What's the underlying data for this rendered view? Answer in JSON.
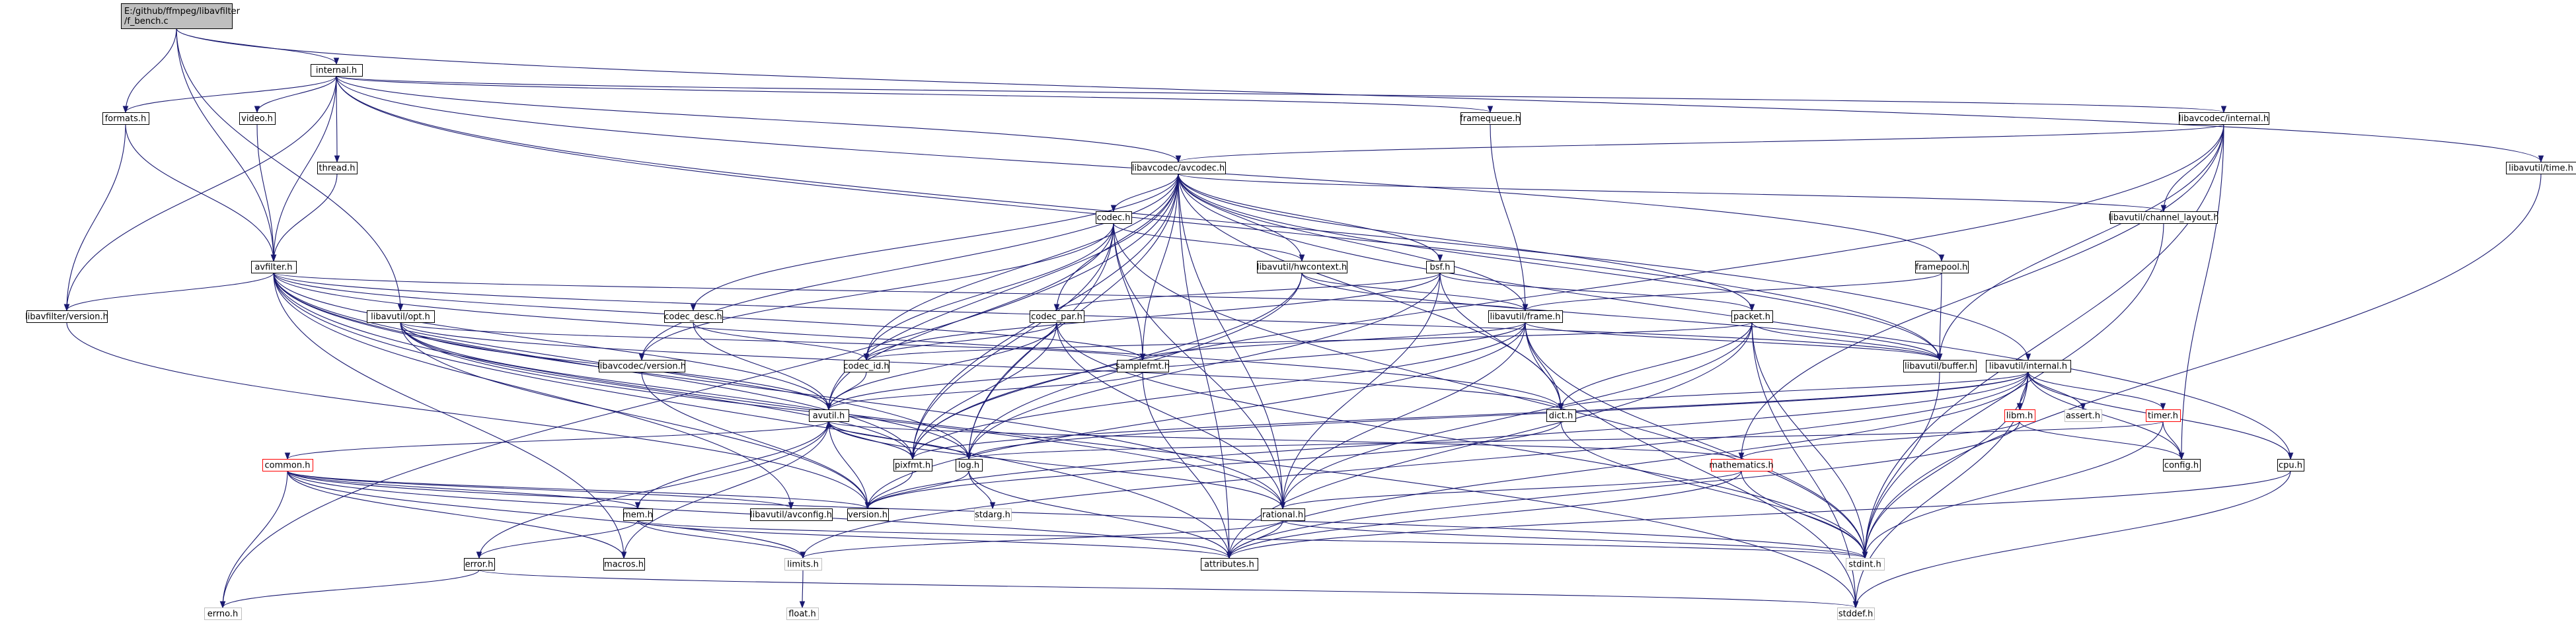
{
  "title": "E:/github/ffmpeg/libavfilter/f_bench.c",
  "colors": {
    "edge": "#191970",
    "node_fill": "#ffffff",
    "root_fill": "#bfbfbf",
    "node_border": "#000000",
    "incomplete_border": "#ff0000",
    "system_border": "#bfbfbf"
  },
  "nodes": [
    {
      "id": "root",
      "lines": [
        "E:/github/ffmpeg/libavfilter",
        "/f_bench.c"
      ],
      "kind": "root"
    },
    {
      "id": "internal_h",
      "lines": [
        "internal.h"
      ],
      "kind": "normal"
    },
    {
      "id": "formats_h",
      "lines": [
        "formats.h"
      ],
      "kind": "normal"
    },
    {
      "id": "video_h",
      "lines": [
        "video.h"
      ],
      "kind": "normal"
    },
    {
      "id": "thread_h",
      "lines": [
        "thread.h"
      ],
      "kind": "normal"
    },
    {
      "id": "framequeue_h",
      "lines": [
        "framequeue.h"
      ],
      "kind": "normal"
    },
    {
      "id": "lavc_internal_h",
      "lines": [
        "libavcodec/internal.h"
      ],
      "kind": "normal"
    },
    {
      "id": "lavu_time_h",
      "lines": [
        "libavutil/time.h"
      ],
      "kind": "normal"
    },
    {
      "id": "lavc_avcodec_h",
      "lines": [
        "libavcodec/avcodec.h"
      ],
      "kind": "normal"
    },
    {
      "id": "codec_h",
      "lines": [
        "codec.h"
      ],
      "kind": "normal"
    },
    {
      "id": "lavu_channel_layout_h",
      "lines": [
        "libavutil/channel_layout.h"
      ],
      "kind": "normal"
    },
    {
      "id": "avfilter_h",
      "lines": [
        "avfilter.h"
      ],
      "kind": "normal"
    },
    {
      "id": "lavu_hwcontext_h",
      "lines": [
        "libavutil/hwcontext.h"
      ],
      "kind": "normal"
    },
    {
      "id": "bsf_h",
      "lines": [
        "bsf.h"
      ],
      "kind": "normal"
    },
    {
      "id": "framepool_h",
      "lines": [
        "framepool.h"
      ],
      "kind": "normal"
    },
    {
      "id": "lavfilter_version_h",
      "lines": [
        "libavfilter/version.h"
      ],
      "kind": "normal"
    },
    {
      "id": "lavu_opt_h",
      "lines": [
        "libavutil/opt.h"
      ],
      "kind": "normal"
    },
    {
      "id": "codec_desc_h",
      "lines": [
        "codec_desc.h"
      ],
      "kind": "normal"
    },
    {
      "id": "codec_par_h",
      "lines": [
        "codec_par.h"
      ],
      "kind": "normal"
    },
    {
      "id": "lavu_frame_h",
      "lines": [
        "libavutil/frame.h"
      ],
      "kind": "normal"
    },
    {
      "id": "packet_h",
      "lines": [
        "packet.h"
      ],
      "kind": "normal"
    },
    {
      "id": "lavc_version_h",
      "lines": [
        "libavcodec/version.h"
      ],
      "kind": "normal"
    },
    {
      "id": "codec_id_h",
      "lines": [
        "codec_id.h"
      ],
      "kind": "normal"
    },
    {
      "id": "samplefmt_h",
      "lines": [
        "samplefmt.h"
      ],
      "kind": "normal"
    },
    {
      "id": "lavu_buffer_h",
      "lines": [
        "libavutil/buffer.h"
      ],
      "kind": "normal"
    },
    {
      "id": "lavu_internal_h",
      "lines": [
        "libavutil/internal.h"
      ],
      "kind": "normal"
    },
    {
      "id": "avutil_h",
      "lines": [
        "avutil.h"
      ],
      "kind": "normal"
    },
    {
      "id": "dict_h",
      "lines": [
        "dict.h"
      ],
      "kind": "normal"
    },
    {
      "id": "libm_h",
      "lines": [
        "libm.h"
      ],
      "kind": "red"
    },
    {
      "id": "assert_h",
      "lines": [
        "assert.h"
      ],
      "kind": "gray"
    },
    {
      "id": "timer_h",
      "lines": [
        "timer.h"
      ],
      "kind": "red"
    },
    {
      "id": "common_h",
      "lines": [
        "common.h"
      ],
      "kind": "red"
    },
    {
      "id": "pixfmt_h",
      "lines": [
        "pixfmt.h"
      ],
      "kind": "normal"
    },
    {
      "id": "log_h",
      "lines": [
        "log.h"
      ],
      "kind": "normal"
    },
    {
      "id": "mathematics_h",
      "lines": [
        "mathematics.h"
      ],
      "kind": "red"
    },
    {
      "id": "config_h",
      "lines": [
        "config.h"
      ],
      "kind": "normal"
    },
    {
      "id": "cpu_h",
      "lines": [
        "cpu.h"
      ],
      "kind": "normal"
    },
    {
      "id": "lavu_avconfig_h",
      "lines": [
        "libavutil/avconfig.h"
      ],
      "kind": "normal"
    },
    {
      "id": "version_h",
      "lines": [
        "version.h"
      ],
      "kind": "normal"
    },
    {
      "id": "rational_h",
      "lines": [
        "rational.h"
      ],
      "kind": "normal"
    },
    {
      "id": "mem_h",
      "lines": [
        "mem.h"
      ],
      "kind": "normal"
    },
    {
      "id": "stdarg_h",
      "lines": [
        "stdarg.h"
      ],
      "kind": "gray"
    },
    {
      "id": "error_h",
      "lines": [
        "error.h"
      ],
      "kind": "normal"
    },
    {
      "id": "macros_h",
      "lines": [
        "macros.h"
      ],
      "kind": "normal"
    },
    {
      "id": "limits_h",
      "lines": [
        "limits.h"
      ],
      "kind": "gray"
    },
    {
      "id": "attributes_h",
      "lines": [
        "attributes.h"
      ],
      "kind": "normal"
    },
    {
      "id": "stdint_h",
      "lines": [
        "stdint.h"
      ],
      "kind": "gray"
    },
    {
      "id": "errno_h",
      "lines": [
        "errno.h"
      ],
      "kind": "gray"
    },
    {
      "id": "stddef_h",
      "lines": [
        "stddef.h"
      ],
      "kind": "gray"
    },
    {
      "id": "float_h",
      "lines": [
        "float.h"
      ],
      "kind": "gray"
    }
  ],
  "edges": [
    [
      "root",
      "internal_h"
    ],
    [
      "root",
      "formats_h"
    ],
    [
      "root",
      "avfilter_h"
    ],
    [
      "root",
      "lavu_opt_h"
    ],
    [
      "root",
      "lavu_time_h"
    ],
    [
      "internal_h",
      "formats_h"
    ],
    [
      "internal_h",
      "video_h"
    ],
    [
      "internal_h",
      "thread_h"
    ],
    [
      "internal_h",
      "framequeue_h"
    ],
    [
      "internal_h",
      "lavc_internal_h"
    ],
    [
      "internal_h",
      "lavc_avcodec_h"
    ],
    [
      "internal_h",
      "avfilter_h"
    ],
    [
      "internal_h",
      "lavfilter_version_h"
    ],
    [
      "internal_h",
      "framepool_h"
    ],
    [
      "internal_h",
      "lavu_internal_h"
    ],
    [
      "internal_h",
      "lavu_buffer_h"
    ],
    [
      "formats_h",
      "avfilter_h"
    ],
    [
      "formats_h",
      "lavfilter_version_h"
    ],
    [
      "video_h",
      "avfilter_h"
    ],
    [
      "thread_h",
      "avfilter_h"
    ],
    [
      "framequeue_h",
      "lavu_frame_h"
    ],
    [
      "lavc_internal_h",
      "lavc_avcodec_h"
    ],
    [
      "lavc_internal_h",
      "lavu_channel_layout_h"
    ],
    [
      "lavc_internal_h",
      "lavu_buffer_h"
    ],
    [
      "lavc_internal_h",
      "config_h"
    ],
    [
      "lavc_internal_h",
      "stdint_h"
    ],
    [
      "lavc_internal_h",
      "mathematics_h"
    ],
    [
      "lavc_internal_h",
      "pixfmt_h"
    ],
    [
      "lavu_time_h",
      "stdint_h"
    ],
    [
      "lavc_avcodec_h",
      "errno_h"
    ],
    [
      "lavc_avcodec_h",
      "codec_h"
    ],
    [
      "lavc_avcodec_h",
      "lavu_channel_layout_h"
    ],
    [
      "lavc_avcodec_h",
      "lavu_hwcontext_h"
    ],
    [
      "lavc_avcodec_h",
      "bsf_h"
    ],
    [
      "lavc_avcodec_h",
      "codec_desc_h"
    ],
    [
      "lavc_avcodec_h",
      "codec_par_h"
    ],
    [
      "lavc_avcodec_h",
      "lavu_frame_h"
    ],
    [
      "lavc_avcodec_h",
      "packet_h"
    ],
    [
      "lavc_avcodec_h",
      "lavc_version_h"
    ],
    [
      "lavc_avcodec_h",
      "codec_id_h"
    ],
    [
      "lavc_avcodec_h",
      "samplefmt_h"
    ],
    [
      "lavc_avcodec_h",
      "avutil_h"
    ],
    [
      "lavc_avcodec_h",
      "dict_h"
    ],
    [
      "lavc_avcodec_h",
      "log_h"
    ],
    [
      "lavc_avcodec_h",
      "pixfmt_h"
    ],
    [
      "lavc_avcodec_h",
      "rational_h"
    ],
    [
      "lavc_avcodec_h",
      "attributes_h"
    ],
    [
      "lavc_avcodec_h",
      "lavu_buffer_h"
    ],
    [
      "lavc_avcodec_h",
      "cpu_h"
    ],
    [
      "codec_h",
      "lavu_hwcontext_h"
    ],
    [
      "codec_h",
      "codec_id_h"
    ],
    [
      "codec_h",
      "samplefmt_h"
    ],
    [
      "codec_h",
      "avutil_h"
    ],
    [
      "codec_h",
      "log_h"
    ],
    [
      "codec_h",
      "pixfmt_h"
    ],
    [
      "codec_h",
      "rational_h"
    ],
    [
      "codec_h",
      "stdint_h"
    ],
    [
      "codec_h",
      "lavc_version_h"
    ],
    [
      "lavu_channel_layout_h",
      "stdint_h"
    ],
    [
      "avfilter_h",
      "lavfilter_version_h"
    ],
    [
      "avfilter_h",
      "lavu_frame_h"
    ],
    [
      "avfilter_h",
      "avutil_h"
    ],
    [
      "avfilter_h",
      "dict_h"
    ],
    [
      "avfilter_h",
      "log_h"
    ],
    [
      "avfilter_h",
      "pixfmt_h"
    ],
    [
      "avfilter_h",
      "rational_h"
    ],
    [
      "avfilter_h",
      "samplefmt_h"
    ],
    [
      "avfilter_h",
      "attributes_h"
    ],
    [
      "avfilter_h",
      "stddef_h"
    ],
    [
      "avfilter_h",
      "lavu_buffer_h"
    ],
    [
      "avfilter_h",
      "macros_h"
    ],
    [
      "avfilter_h",
      "lavu_avconfig_h"
    ],
    [
      "lavu_hwcontext_h",
      "lavu_buffer_h"
    ],
    [
      "lavu_hwcontext_h",
      "lavu_frame_h"
    ],
    [
      "lavu_hwcontext_h",
      "log_h"
    ],
    [
      "lavu_hwcontext_h",
      "pixfmt_h"
    ],
    [
      "bsf_h",
      "codec_id_h"
    ],
    [
      "bsf_h",
      "codec_par_h"
    ],
    [
      "bsf_h",
      "packet_h"
    ],
    [
      "bsf_h",
      "dict_h"
    ],
    [
      "bsf_h",
      "log_h"
    ],
    [
      "bsf_h",
      "rational_h"
    ],
    [
      "framepool_h",
      "lavu_buffer_h"
    ],
    [
      "framepool_h",
      "lavu_frame_h"
    ],
    [
      "lavfilter_version_h",
      "version_h"
    ],
    [
      "lavu_opt_h",
      "rational_h"
    ],
    [
      "lavu_opt_h",
      "avutil_h"
    ],
    [
      "lavu_opt_h",
      "dict_h"
    ],
    [
      "lavu_opt_h",
      "log_h"
    ],
    [
      "lavu_opt_h",
      "pixfmt_h"
    ],
    [
      "lavu_opt_h",
      "samplefmt_h"
    ],
    [
      "lavu_opt_h",
      "version_h"
    ],
    [
      "codec_desc_h",
      "avutil_h"
    ],
    [
      "codec_desc_h",
      "codec_id_h"
    ],
    [
      "codec_par_h",
      "stdint_h"
    ],
    [
      "codec_par_h",
      "avutil_h"
    ],
    [
      "codec_par_h",
      "rational_h"
    ],
    [
      "codec_par_h",
      "pixfmt_h"
    ],
    [
      "codec_par_h",
      "codec_id_h"
    ],
    [
      "lavu_frame_h",
      "stddef_h"
    ],
    [
      "lavu_frame_h",
      "stdint_h"
    ],
    [
      "lavu_frame_h",
      "avutil_h"
    ],
    [
      "lavu_frame_h",
      "lavu_buffer_h"
    ],
    [
      "lavu_frame_h",
      "dict_h"
    ],
    [
      "lavu_frame_h",
      "rational_h"
    ],
    [
      "lavu_frame_h",
      "samplefmt_h"
    ],
    [
      "lavu_frame_h",
      "pixfmt_h"
    ],
    [
      "lavu_frame_h",
      "version_h"
    ],
    [
      "packet_h",
      "stddef_h"
    ],
    [
      "packet_h",
      "stdint_h"
    ],
    [
      "packet_h",
      "attributes_h"
    ],
    [
      "packet_h",
      "lavu_buffer_h"
    ],
    [
      "packet_h",
      "dict_h"
    ],
    [
      "packet_h",
      "rational_h"
    ],
    [
      "packet_h",
      "codec_id_h"
    ],
    [
      "lavc_version_h",
      "version_h"
    ],
    [
      "codec_id_h",
      "avutil_h"
    ],
    [
      "samplefmt_h",
      "attributes_h"
    ],
    [
      "samplefmt_h",
      "avutil_h"
    ],
    [
      "lavu_buffer_h",
      "stdint_h"
    ],
    [
      "lavu_internal_h",
      "limits_h"
    ],
    [
      "lavu_internal_h",
      "stdint_h"
    ],
    [
      "lavu_internal_h",
      "stddef_h"
    ],
    [
      "lavu_internal_h",
      "assert_h"
    ],
    [
      "lavu_internal_h",
      "config_h"
    ],
    [
      "lavu_internal_h",
      "attributes_h"
    ],
    [
      "lavu_internal_h",
      "timer_h"
    ],
    [
      "lavu_internal_h",
      "cpu_h"
    ],
    [
      "lavu_internal_h",
      "dict_h"
    ],
    [
      "lavu_internal_h",
      "pixfmt_h"
    ],
    [
      "lavu_internal_h",
      "version_h"
    ],
    [
      "lavu_internal_h",
      "libm_h"
    ],
    [
      "lavu_internal_h",
      "log_h"
    ],
    [
      "avutil_h",
      "common_h"
    ],
    [
      "avutil_h",
      "error_h"
    ],
    [
      "avutil_h",
      "rational_h"
    ],
    [
      "avutil_h",
      "version_h"
    ],
    [
      "avutil_h",
      "macros_h"
    ],
    [
      "avutil_h",
      "mathematics_h"
    ],
    [
      "avutil_h",
      "log_h"
    ],
    [
      "avutil_h",
      "pixfmt_h"
    ],
    [
      "dict_h",
      "stdint_h"
    ],
    [
      "dict_h",
      "version_h"
    ],
    [
      "libm_h",
      "config_h"
    ],
    [
      "libm_h",
      "attributes_h"
    ],
    [
      "libm_h",
      "mathematics_h"
    ],
    [
      "timer_h",
      "config_h"
    ],
    [
      "timer_h",
      "stdint_h"
    ],
    [
      "timer_h",
      "log_h"
    ],
    [
      "common_h",
      "errno_h"
    ],
    [
      "common_h",
      "limits_h"
    ],
    [
      "common_h",
      "stdint_h"
    ],
    [
      "common_h",
      "attributes_h"
    ],
    [
      "common_h",
      "macros_h"
    ],
    [
      "common_h",
      "version_h"
    ],
    [
      "common_h",
      "lavu_avconfig_h"
    ],
    [
      "common_h",
      "mem_h"
    ],
    [
      "pixfmt_h",
      "avutil_h"
    ],
    [
      "pixfmt_h",
      "version_h"
    ],
    [
      "log_h",
      "stdarg_h"
    ],
    [
      "log_h",
      "avutil_h"
    ],
    [
      "log_h",
      "attributes_h"
    ],
    [
      "log_h",
      "version_h"
    ],
    [
      "mathematics_h",
      "stdint_h"
    ],
    [
      "mathematics_h",
      "attributes_h"
    ],
    [
      "mathematics_h",
      "rational_h"
    ],
    [
      "cpu_h",
      "stddef_h"
    ],
    [
      "cpu_h",
      "attributes_h"
    ],
    [
      "rational_h",
      "stdint_h"
    ],
    [
      "rational_h",
      "limits_h"
    ],
    [
      "rational_h",
      "attributes_h"
    ],
    [
      "mem_h",
      "limits_h"
    ],
    [
      "mem_h",
      "stdint_h"
    ],
    [
      "mem_h",
      "attributes_h"
    ],
    [
      "mem_h",
      "error_h"
    ],
    [
      "mem_h",
      "avutil_h"
    ],
    [
      "error_h",
      "errno_h"
    ],
    [
      "error_h",
      "stddef_h"
    ],
    [
      "limits_h",
      "float_h"
    ]
  ]
}
